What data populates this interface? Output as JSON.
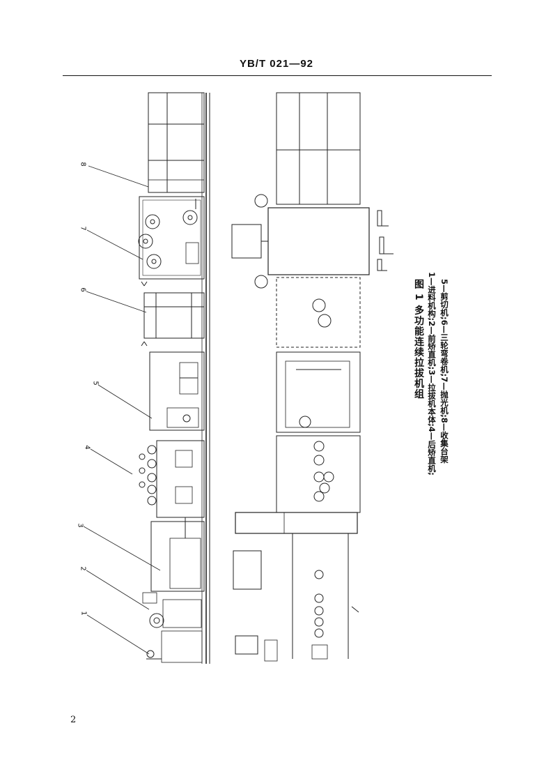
{
  "header": {
    "doc_code": "YB/T 021—92"
  },
  "figure": {
    "title": "图 1   多功能连续拉拔机组",
    "legend_line1": "1—进料机构;2—前矫直机;3—拉拔机本体;4—后矫直机;",
    "legend_line2": "5—剪切机;6—三轮弯卷机;7—抛光机;8—收集台架",
    "callouts": [
      "1",
      "2",
      "3",
      "4",
      "5",
      "6",
      "7",
      "8"
    ]
  },
  "footer": {
    "page_number": "2"
  }
}
